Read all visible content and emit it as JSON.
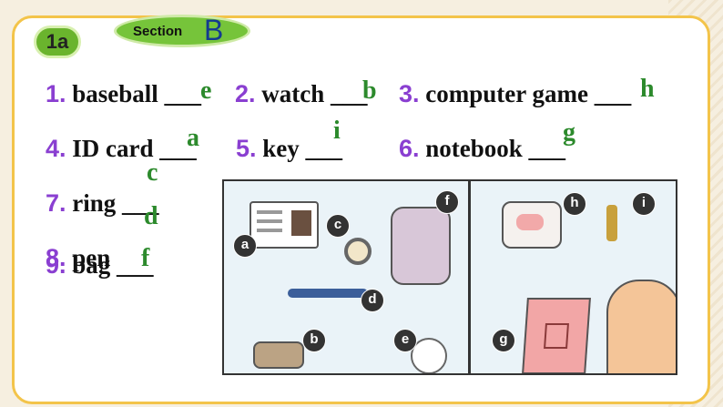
{
  "badge": "1a",
  "section": {
    "word": "Section",
    "letter": "B"
  },
  "items": [
    {
      "num": "1.",
      "text": "baseball ___",
      "answer": "e"
    },
    {
      "num": "2.",
      "text": "watch ___",
      "answer": "b"
    },
    {
      "num": "3.",
      "text": "computer game ___",
      "answer": "h"
    },
    {
      "num": "4.",
      "text": "ID card ___",
      "answer": "a"
    },
    {
      "num": "5.",
      "text": "key ___",
      "answer": "i"
    },
    {
      "num": "6.",
      "text": "notebook ___",
      "answer": "g"
    },
    {
      "num": "7.",
      "text": "ring ___",
      "answer": "d"
    },
    {
      "num": "8.",
      "text": "pen",
      "answer": "c"
    },
    {
      "num": "9.",
      "text": "bag ___",
      "answer": "f"
    }
  ],
  "scene_tags": [
    "a",
    "b",
    "c",
    "d",
    "e",
    "f",
    "g",
    "h",
    "i"
  ]
}
